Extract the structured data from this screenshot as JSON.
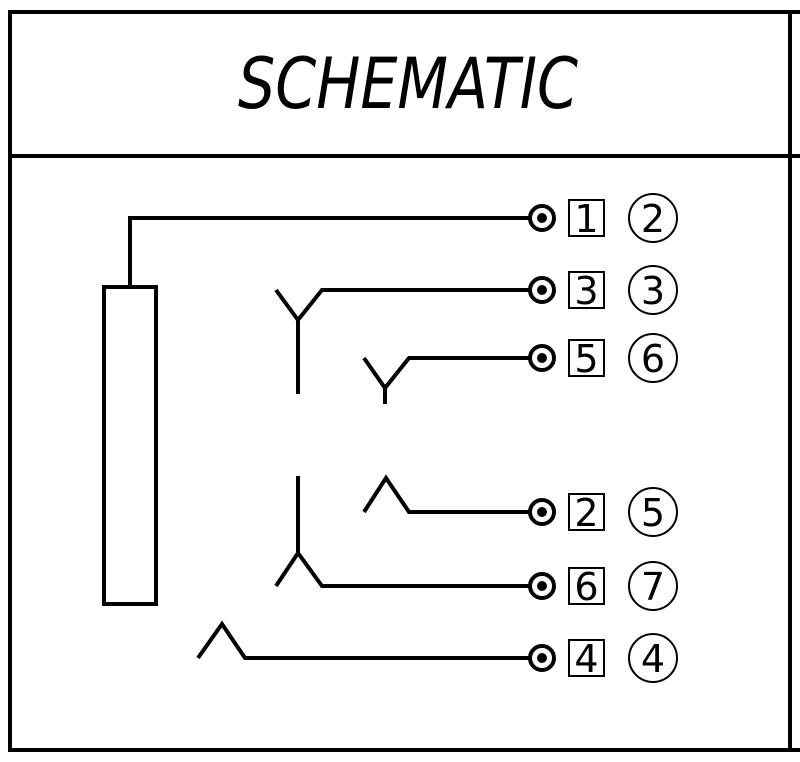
{
  "title": "SCHEMATIC",
  "pins": [
    {
      "square": "1",
      "circle": "2"
    },
    {
      "square": "3",
      "circle": "3"
    },
    {
      "square": "5",
      "circle": "6"
    },
    {
      "square": "2",
      "circle": "5"
    },
    {
      "square": "6",
      "circle": "7"
    },
    {
      "square": "4",
      "circle": "4"
    }
  ],
  "colors": {
    "ink": "#000000",
    "paper": "#ffffff"
  }
}
